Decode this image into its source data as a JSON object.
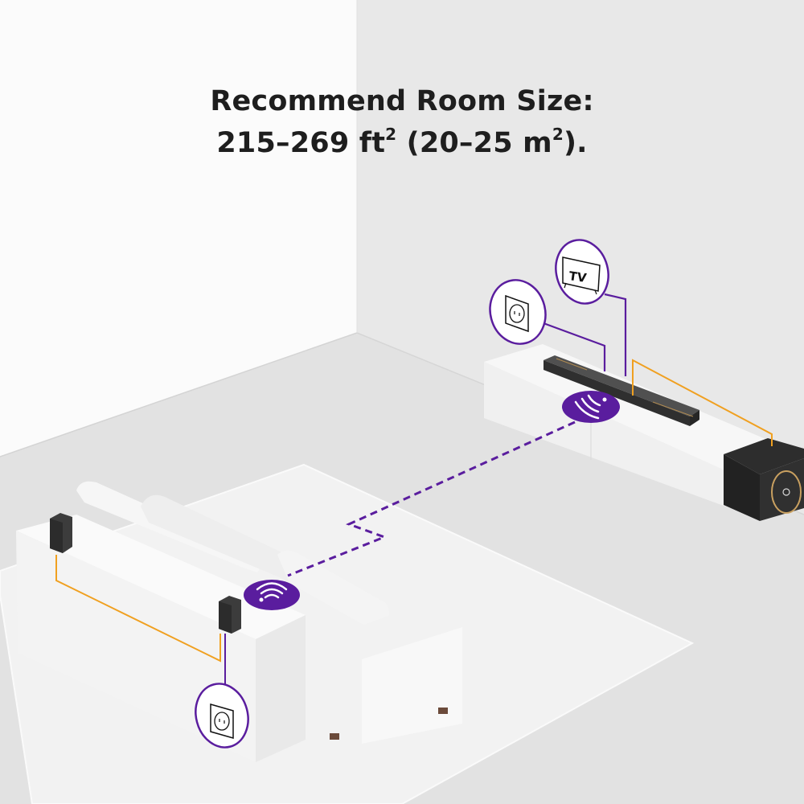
{
  "headline": {
    "line1": "Recommend Room Size:",
    "line2_prefix": "215–269 ft",
    "line2_sup1": "2",
    "line2_mid": " (20–25 m",
    "line2_sup2": "2",
    "line2_suffix": ")."
  },
  "callouts": {
    "tv_label": "TV",
    "tv_icon": "tv-icon",
    "outlet_icon": "power-outlet-icon",
    "wireless_icon": "wireless-signal-icon"
  },
  "colors": {
    "accent_purple": "#5a1d9e",
    "cable_orange": "#f0a020",
    "text_dark": "#1e1e1e",
    "wall_left": "#fafafa",
    "wall_right": "#e9e9e9",
    "floor": "#e3e3e3",
    "rug": "#f3f3f3",
    "speaker_dark": "#3a3a3a"
  }
}
